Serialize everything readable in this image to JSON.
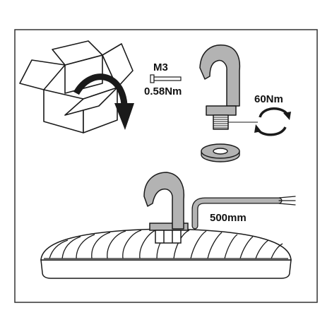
{
  "labels": {
    "screw_size": "M3",
    "screw_torque": "0.58Nm",
    "hook_torque": "60Nm",
    "cable_length": "500mm"
  },
  "colors": {
    "stroke": "#1a1a1a",
    "hook_fill": "#b3b3b3",
    "frame": "#333333"
  },
  "icons": [
    "open-box-icon",
    "rotate-arrow-icon",
    "screw-icon",
    "hook-icon",
    "washer-icon",
    "torque-arrow-icon",
    "highbay-luminaire-icon",
    "cable-icon"
  ]
}
